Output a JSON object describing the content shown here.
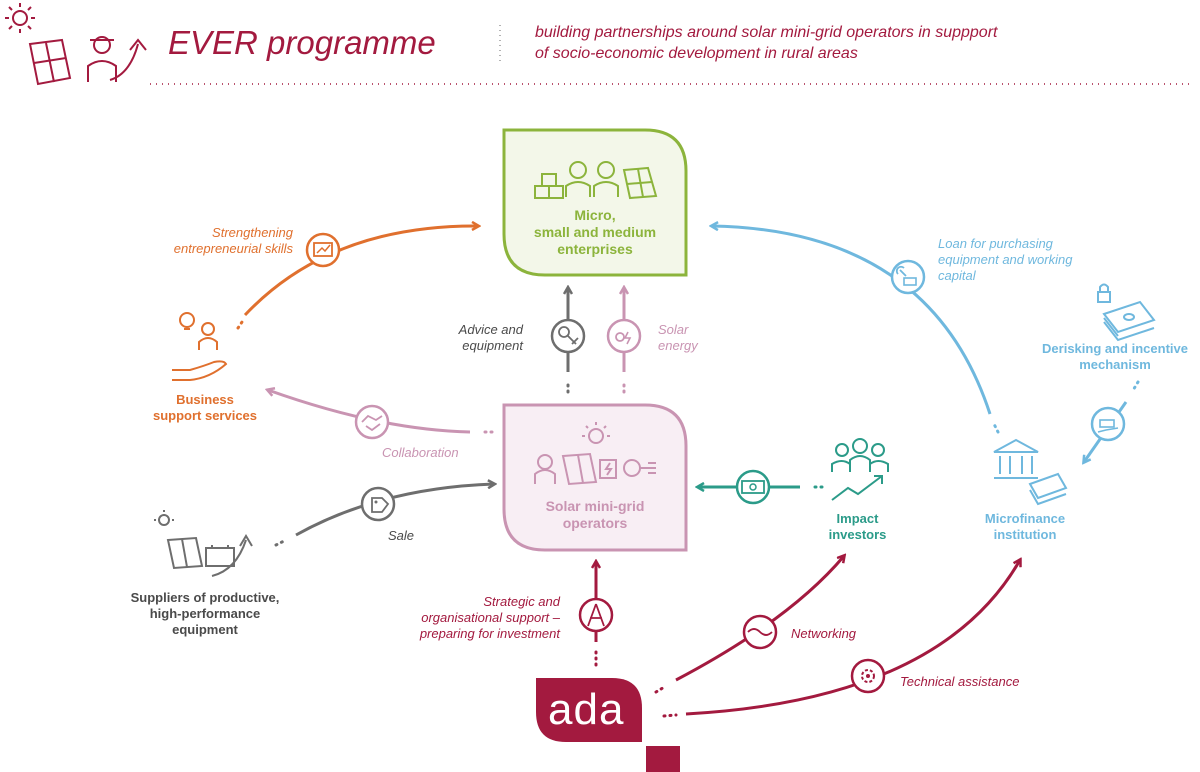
{
  "header": {
    "title": "EVER programme",
    "subtitle": "building partnerships around solar mini-grid operators in suppport\nof socio-economic development in rural areas"
  },
  "nodes": {
    "sme": "Micro,\nsmall and medium\nenterprises",
    "operators": "Solar mini-grid\noperators",
    "bss": "Business\nsupport services",
    "suppliers": "Suppliers of productive,\nhigh-performance\nequipment",
    "impact": "Impact\ninvestors",
    "mfi": "Microfinance\ninstitution",
    "derisking": "Derisking and incentive\nmechanism",
    "ada_logo": "ada"
  },
  "flows": {
    "entrepreneurial": "Strengthening\nentrepreneurial skills",
    "advice": "Advice and\nequipment",
    "solar_energy": "Solar\nenergy",
    "collaboration": "Collaboration",
    "sale": "Sale",
    "loan": "Loan for purchasing\nequipment and working\ncapital",
    "strategic": "Strategic and\norganisational support –\npreparing for investment",
    "networking": "Networking",
    "technical": "Technical assistance"
  },
  "colors": {
    "brand": "#a31a3f",
    "green": "#8cb43c",
    "pink": "#c994b2",
    "orange": "#e0702e",
    "gray": "#6e6e6e",
    "teal": "#2b9b89",
    "blue": "#6fb8de"
  }
}
